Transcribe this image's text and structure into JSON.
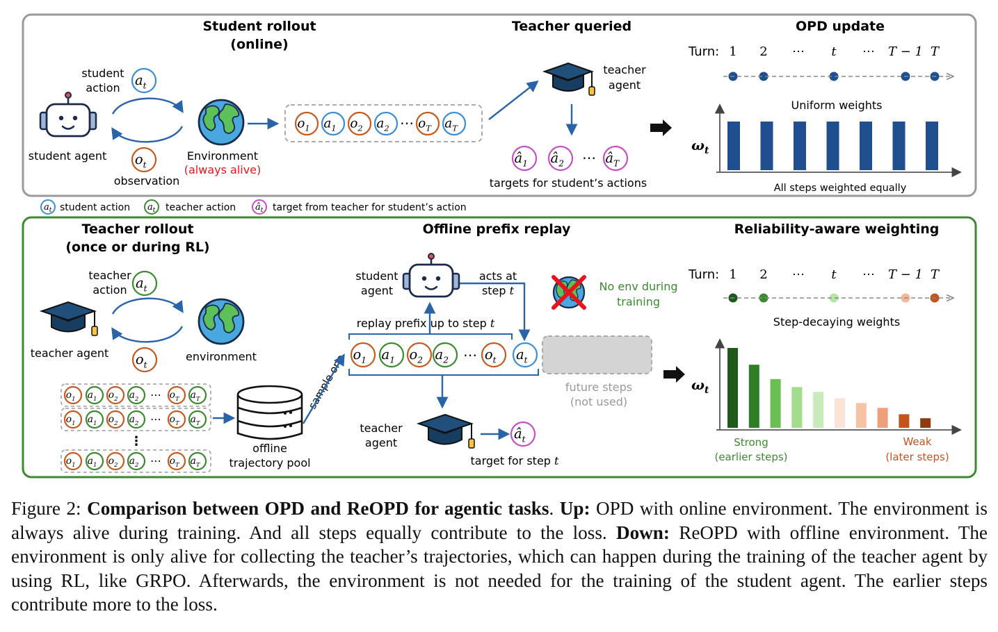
{
  "top": {
    "student_rollout": {
      "title_line1": "Student rollout",
      "title_line2": "(online)",
      "student_action_line1": "student",
      "student_action_line2": "action",
      "student_agent": "student agent",
      "observation": "observation",
      "environment": "Environment",
      "always_alive": "(always alive)"
    },
    "teacher_queried": {
      "title": "Teacher queried",
      "teacher_line1": "teacher",
      "teacher_line2": "agent",
      "targets": "targets for student’s actions"
    },
    "opd_update": {
      "title": "OPD update",
      "turn_label": "Turn:",
      "turns": [
        "1",
        "2",
        "⋯",
        "t",
        "⋯",
        "T − 1",
        "T"
      ],
      "uniform": "Uniform weights",
      "all_equal": "All steps weighted equally",
      "weights": [
        1,
        1,
        1,
        1,
        1,
        1,
        1
      ]
    }
  },
  "legend": {
    "student": "student action",
    "teacher": "teacher action",
    "target": "target from teacher for student’s action"
  },
  "bottom": {
    "teacher_rollout": {
      "title_line1": "Teacher rollout",
      "title_line2": "(once or during RL)",
      "teacher_action_line1": "teacher",
      "teacher_action_line2": "action",
      "teacher_agent": "teacher agent",
      "environment": "environment",
      "pool_line1": "offline",
      "pool_line2": "trajectory pool",
      "sample_one": "sample one"
    },
    "prefix_replay": {
      "title": "Offline prefix replay",
      "student_line1": "student",
      "student_line2": "agent",
      "acts_line1": "acts at",
      "acts_line2": "step",
      "no_env_line1": "No env during",
      "no_env_line2": "training",
      "replay_prefix": "replay prefix up to step",
      "future_line1": "future steps",
      "future_line2": "(not used)",
      "teacher_line1": "teacher",
      "teacher_line2": "agent",
      "target_step": "target for step"
    },
    "weighting": {
      "title": "Reliability-aware weighting",
      "turn_label": "Turn:",
      "turns": [
        "1",
        "2",
        "⋯",
        "t",
        "⋯",
        "T − 1",
        "T"
      ],
      "decaying": "Step-decaying weights",
      "strong_line1": "Strong",
      "strong_line2": "(earlier steps)",
      "weak_line1": "Weak",
      "weak_line2": "(later steps)",
      "weights": [
        1.0,
        0.79,
        0.61,
        0.51,
        0.45,
        0.37,
        0.31,
        0.25,
        0.17,
        0.12
      ],
      "colors": [
        "#1f5a1a",
        "#2f7d25",
        "#6bbf55",
        "#a4dc8e",
        "#c8ebb9",
        "#fbe3d6",
        "#f7c3a6",
        "#eda07a",
        "#c4531c",
        "#8f3b12"
      ],
      "turn_dot_colors": [
        "#1f5a1a",
        "#3a8a2e",
        "#b6e6a4",
        "#f5b79a",
        "#c4531c"
      ]
    }
  },
  "caption": {
    "figure_label": "Figure 2:",
    "bold_title": "Comparison between OPD and ReOPD for agentic tasks",
    "up_label": "Up:",
    "up_text": " OPD with online environment. The environment is always alive during training. And all steps equally contribute to the loss. ",
    "down_label": "Down:",
    "down_text": " ReOPD with offline environment. The environment is only alive for collecting the teacher’s trajectories, which can happen during the training of the teacher agent by using RL, like GRPO. Afterwards, the environment is not needed for the training of the student agent. The earlier steps contribute more to the loss."
  },
  "colors": {
    "student": "#3b8ed6",
    "teacher": "#3a8a2e",
    "obs": "#c65a1e",
    "target": "#c64fc3",
    "arrow": "#2a64a8",
    "uniform_bar": "#1f4f8f",
    "red": "#e8141c",
    "green_text": "#3a8a2e",
    "future": "#999999"
  }
}
